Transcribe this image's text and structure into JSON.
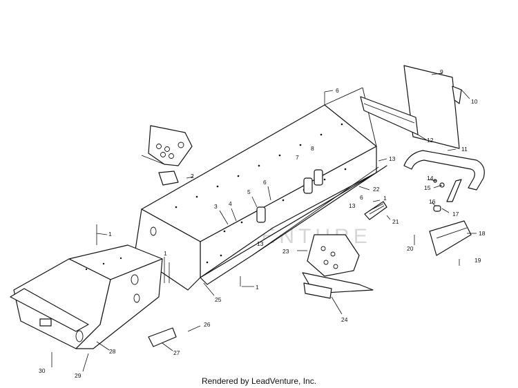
{
  "watermark": "LEADVENTURE",
  "footer": "Rendered by LeadVenture, Inc.",
  "callouts": {
    "c1a": "1",
    "c1b": "1",
    "c1c": "1",
    "c1d": "1",
    "c2": "2",
    "c3": "3",
    "c4": "4",
    "c5": "5",
    "c6a": "6",
    "c6b": "6",
    "c6c": "6",
    "c7": "7",
    "c8": "8",
    "c9": "9",
    "c10": "10",
    "c11": "11",
    "c12": "12",
    "c13a": "13",
    "c13b": "13",
    "c13c": "13",
    "c14": "14",
    "c15": "15",
    "c16": "16",
    "c17": "17",
    "c18": "18",
    "c19": "19",
    "c20": "20",
    "c21": "21",
    "c22": "22",
    "c23": "23",
    "c24": "24",
    "c25": "25",
    "c26": "26",
    "c27": "27",
    "c28": "28",
    "c29": "29",
    "c30": "30"
  }
}
